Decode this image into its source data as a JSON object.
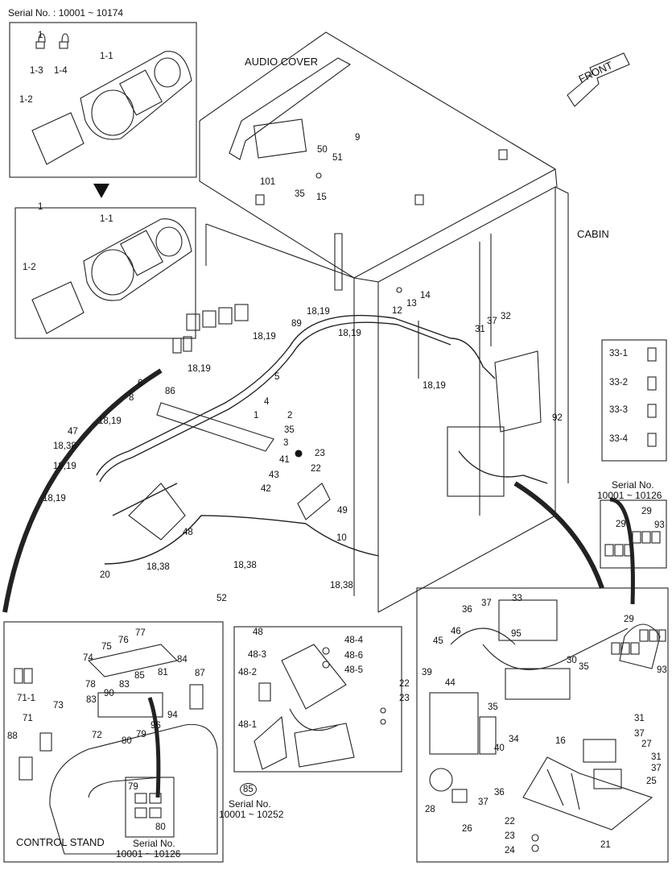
{
  "header": {
    "serial_range": "Serial No. : 10001 ~ 10174"
  },
  "titles": {
    "audio_cover": "AUDIO COVER",
    "front": "FRONT",
    "cabin": "CABIN",
    "control_stand": "CONTROL STAND",
    "serial_a": "Serial No.",
    "serial_a_range": "10001 ~ 10126",
    "serial_b": "Serial No.",
    "serial_b_range": "10001 ~ 10252",
    "serial_c": "Serial No.",
    "serial_c_range": "10001 ~ 10126"
  },
  "callouts": {
    "c1a": "1",
    "c1_1a": "1-1",
    "c1_2a": "1-2",
    "c1_3": "1-3",
    "c1_4": "1-4",
    "c1b": "1",
    "c1_1b": "1-1",
    "c1_2b": "1-2",
    "c101": "101",
    "c50": "50",
    "c51": "51",
    "c9": "9",
    "c35a": "35",
    "c15": "15",
    "c14": "14",
    "c13": "13",
    "c12": "12",
    "c89": "89",
    "c18_19a": "18,19",
    "c18_19b": "18,19",
    "c18_19c": "18,19",
    "c18_19d": "18,19",
    "c18_19e": "18,19",
    "c18_19f": "18,19",
    "c18_19g": "18,19",
    "c18_19h": "18,19",
    "c37a": "37",
    "c32": "32",
    "c31a": "31",
    "c92": "92",
    "c6": "6",
    "c8": "8",
    "c86": "86",
    "c5": "5",
    "c4": "4",
    "c2": "2",
    "c1c": "1",
    "c35b": "35",
    "c3": "3",
    "c23a": "23",
    "c41": "41",
    "c43": "43",
    "c42": "42",
    "c22a": "22",
    "c49": "49",
    "c10": "10",
    "c47": "47",
    "c18_38a": "18,38",
    "c18_38b": "18,38",
    "c18_38c": "18,38",
    "c18_38d": "18,38",
    "c48a": "48",
    "c20": "20",
    "c52": "52",
    "c33_1": "33-1",
    "c33_2": "33-2",
    "c33_3": "33-3",
    "c33_4": "33-4",
    "c29a": "29",
    "c29b": "29",
    "c93a": "93",
    "c75": "75",
    "c76": "76",
    "c77": "77",
    "c74": "74",
    "c84": "84",
    "c81": "81",
    "c85a": "85",
    "c78": "78",
    "c87": "87",
    "c83a": "83",
    "c83b": "83",
    "c90": "90",
    "c71_1": "71-1",
    "c71": "71",
    "c73": "73",
    "c72": "72",
    "c88": "88",
    "c80a": "80",
    "c79a": "79",
    "c96": "96",
    "c94": "94",
    "c79b": "79",
    "c80b": "80",
    "c85b": "85",
    "c48b": "48",
    "c48_3": "48-3",
    "c48_4": "48-4",
    "c48_6": "48-6",
    "c48_5": "48-5",
    "c48_2": "48-2",
    "c48_1": "48-1",
    "c22b": "22",
    "c23b": "23",
    "c33b": "33",
    "c36a": "36",
    "c37b": "37",
    "c46": "46",
    "c45": "45",
    "c95": "95",
    "c30": "30",
    "c35c": "35",
    "c29c": "29",
    "c93b": "93",
    "c39": "39",
    "c44": "44",
    "c35d": "35",
    "c34": "34",
    "c40": "40",
    "c16": "16",
    "c31b": "31",
    "c37c": "37",
    "c27": "27",
    "c31c": "31",
    "c37d": "37",
    "c25": "25",
    "c36b": "36",
    "c37e": "37",
    "c28": "28",
    "c26": "26",
    "c22c": "22",
    "c23c": "23",
    "c24": "24",
    "c21": "21"
  }
}
